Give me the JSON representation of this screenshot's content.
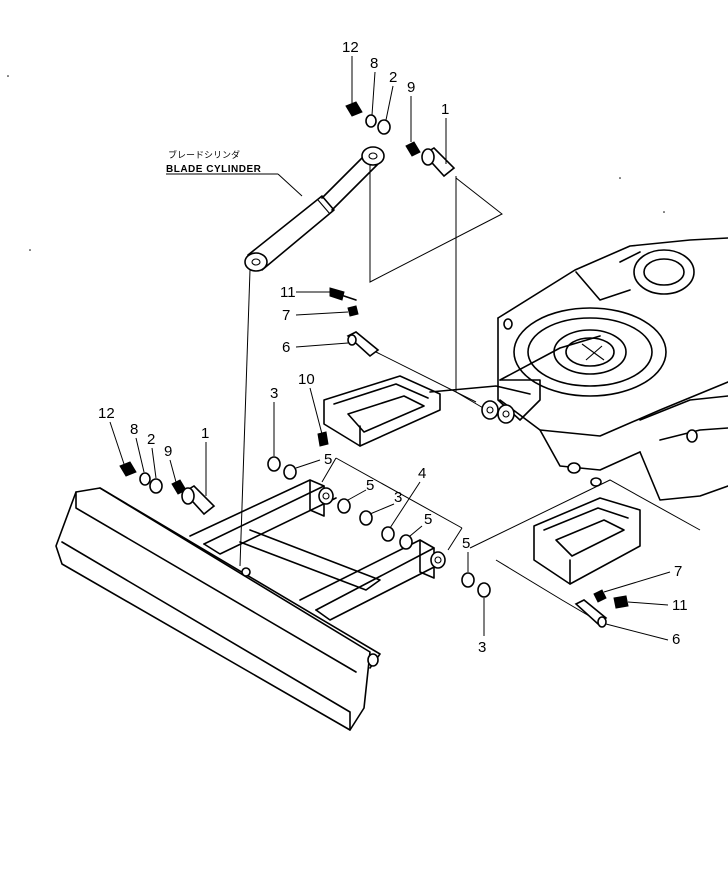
{
  "caption": {
    "japanese": "ブレードシリンダ",
    "english": "BLADE CYLINDER"
  },
  "callouts": {
    "top": {
      "p12": "12",
      "p8": "8",
      "p2": "2",
      "p9": "9",
      "p1": "1"
    },
    "mid": {
      "p11": "11",
      "p7": "7",
      "p6": "6",
      "p10": "10"
    },
    "left": {
      "p12": "12",
      "p8": "8",
      "p2": "2",
      "p9": "9",
      "p1": "1"
    },
    "washers": {
      "a3": "3",
      "a5": "5",
      "b5": "5",
      "b3": "3",
      "p4": "4",
      "c5": "5",
      "d5": "5",
      "c3": "3"
    },
    "right": {
      "p7": "7",
      "p11": "11",
      "p6": "6"
    }
  }
}
